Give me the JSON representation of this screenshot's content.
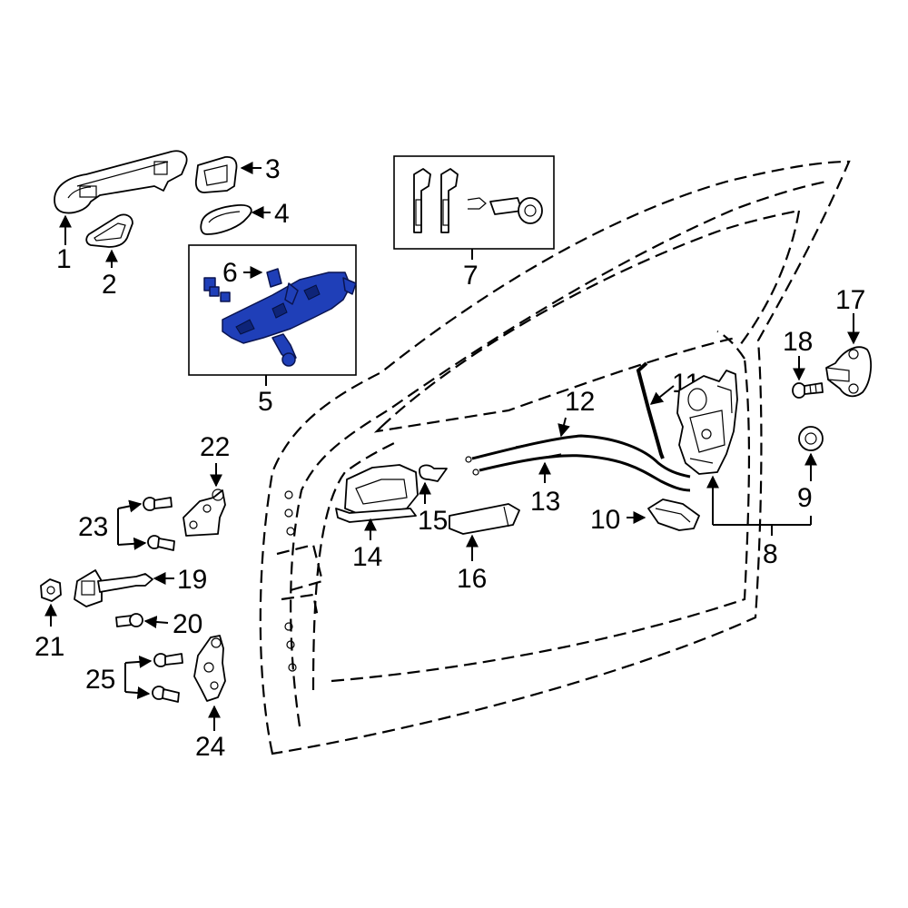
{
  "callouts": {
    "c1": "1",
    "c2": "2",
    "c3": "3",
    "c4": "4",
    "c5": "5",
    "c6": "6",
    "c7": "7",
    "c8": "8",
    "c9": "9",
    "c10": "10",
    "c11": "11",
    "c12": "12",
    "c13": "13",
    "c14": "14",
    "c15": "15",
    "c16": "16",
    "c17": "17",
    "c18": "18",
    "c19": "19",
    "c20": "20",
    "c21": "21",
    "c22": "22",
    "c23": "23",
    "c24": "24",
    "c25": "25"
  },
  "colors": {
    "highlight": "#1f3fb8",
    "line": "#000000",
    "background": "#ffffff"
  }
}
